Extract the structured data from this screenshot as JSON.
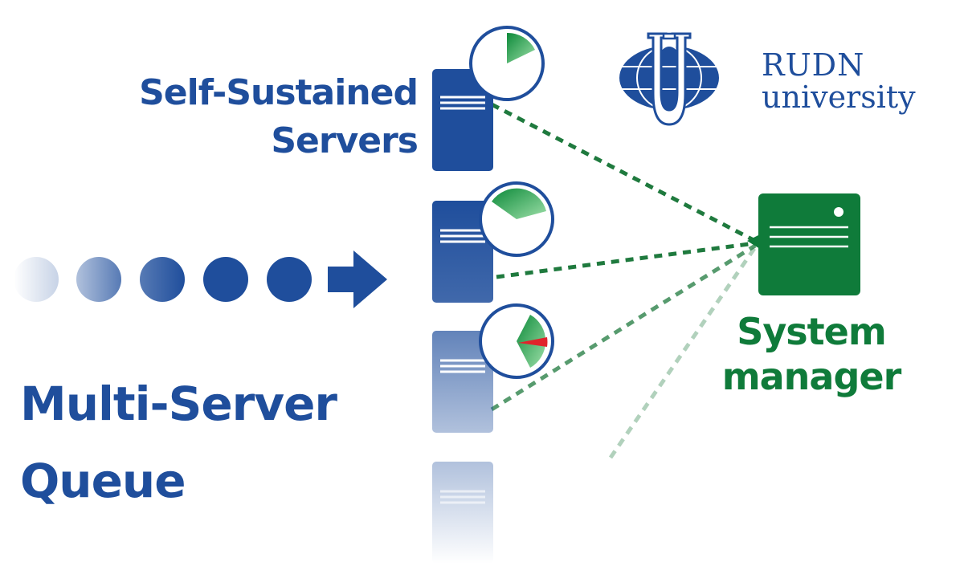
{
  "labels": {
    "servers_line1": "Self-Sustained",
    "servers_line2": "Servers",
    "queue_line1": "Multi-Server",
    "queue_line2": "Queue",
    "manager_line1": "System",
    "manager_line2": "manager"
  },
  "brand": {
    "name": "RUDN",
    "subtitle": "university",
    "logo_icon": "rudn-globe-logo-icon"
  },
  "colors": {
    "primary_blue": "#1f4e9c",
    "manager_green": "#0f7b3a",
    "timer_green": "#1fa64f",
    "timer_alert_red": "#e0242b"
  },
  "queue": {
    "waiting_customers": 5,
    "arrow_icon": "arrow-right-icon"
  },
  "servers": [
    {
      "name": "server-1",
      "timer_fraction": 0.18,
      "alert": false
    },
    {
      "name": "server-2",
      "timer_fraction": 0.2,
      "alert": false
    },
    {
      "name": "server-3",
      "timer_fraction": 0.25,
      "alert": true
    },
    {
      "name": "server-4",
      "timer_fraction": 0.0,
      "alert": false
    }
  ]
}
